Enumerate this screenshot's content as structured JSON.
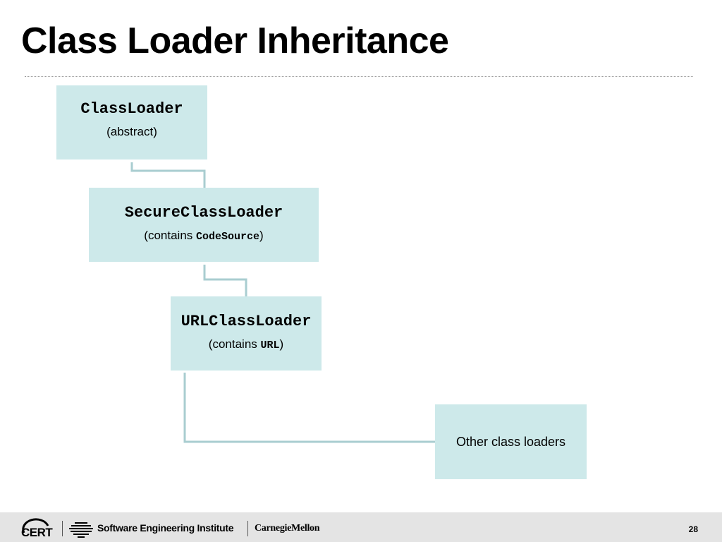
{
  "slide": {
    "title": "Class Loader Inheritance",
    "page_number": "28"
  },
  "diagram": {
    "nodes": [
      {
        "id": "classloader",
        "name": "ClassLoader",
        "note": "(abstract)"
      },
      {
        "id": "secure",
        "name": "SecureClassLoader",
        "note_prefix": "(contains ",
        "note_code": "CodeSource",
        "note_suffix": ")"
      },
      {
        "id": "url",
        "name": "URLClassLoader",
        "note_prefix": "(contains ",
        "note_code": "URL",
        "note_suffix": ")"
      },
      {
        "id": "other",
        "name": "Other class loaders"
      }
    ],
    "edges": [
      {
        "from": "classloader",
        "to": "secure"
      },
      {
        "from": "secure",
        "to": "url"
      },
      {
        "from": "url",
        "to": "other"
      }
    ],
    "box_color": "#cde9ea",
    "connector_color": "#a9cdd0"
  },
  "footer": {
    "cert_logo_text": "CERT",
    "sei_text": "Software Engineering Institute",
    "cmu_text": "CarnegieMellon"
  }
}
